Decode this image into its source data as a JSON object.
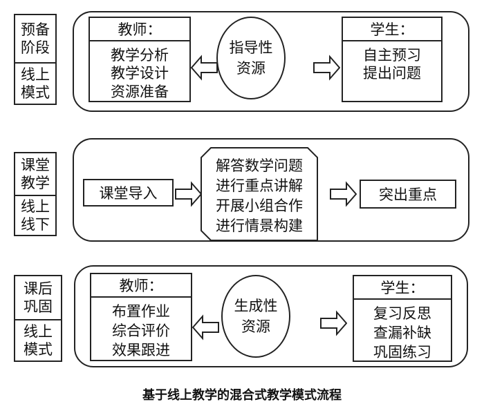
{
  "rows": [
    {
      "stage_top": [
        "预备",
        "阶段"
      ],
      "stage_bottom": [
        "线上",
        "模式"
      ],
      "left_title": "教师：",
      "left_items": [
        "教学分析",
        "教学设计",
        "资源准备"
      ],
      "center": [
        "指导性",
        "资源"
      ],
      "right_title": "学生：",
      "right_items": [
        "自主预习",
        "提出问题"
      ]
    },
    {
      "stage_top": [
        "课堂",
        "教学"
      ],
      "stage_bottom": [
        "线上",
        "线下"
      ],
      "left_box": "课堂导入",
      "center_items": [
        "解答数学问题",
        "进行重点讲解",
        "开展小组合作",
        "进行情景构建"
      ],
      "right_box": "突出重点"
    },
    {
      "stage_top": [
        "课后",
        "巩固"
      ],
      "stage_bottom": [
        "线上",
        "模式"
      ],
      "left_title": "教师：",
      "left_items": [
        "布置作业",
        "综合评价",
        "效果跟进"
      ],
      "center": [
        "生成性",
        "资源"
      ],
      "right_title": "学生：",
      "right_items": [
        "复习反思",
        "查漏补缺",
        "巩固练习"
      ]
    }
  ],
  "caption": "基于线上教学的混合式教学模式流程"
}
